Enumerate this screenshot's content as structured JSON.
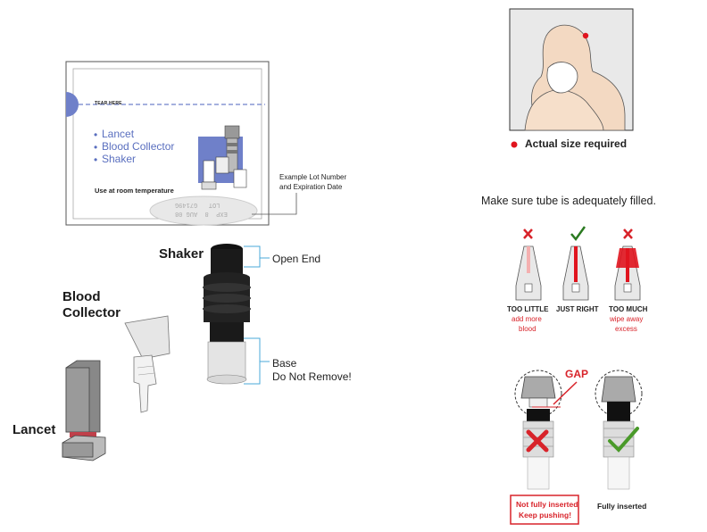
{
  "kit_box": {
    "tear_label": "TEAR HERE",
    "items": [
      "Lancet",
      "Blood Collector",
      "Shaker"
    ],
    "storage_note": "Use at room temperature",
    "lot_stamp": [
      "LOT   G7149G",
      "EXP  8  AUG 08"
    ],
    "lot_callout": [
      "Example Lot Number",
      "and Expiration Date"
    ]
  },
  "components": {
    "shaker_label": "Shaker",
    "open_end_label": "Open End",
    "base_label": [
      "Base",
      "Do Not Remove!"
    ],
    "blood_collector_label": [
      "Blood",
      "Collector"
    ],
    "lancet_label": "Lancet"
  },
  "finger": {
    "caption": "Actual size required",
    "dot_color": "#e0141e"
  },
  "fill_guide": {
    "instruction": "Make sure tube is adequately filled.",
    "tubes": [
      {
        "mark": "x",
        "title": "TOO LITTLE",
        "subtitle": [
          "add more",
          "blood"
        ]
      },
      {
        "mark": "check",
        "title": "JUST RIGHT",
        "subtitle": []
      },
      {
        "mark": "x",
        "title": "TOO MUCH",
        "subtitle": [
          "wipe away",
          "excess"
        ]
      }
    ]
  },
  "insertion": {
    "gap_label": "GAP",
    "wrong_label": [
      "Not fully inserted",
      "Keep pushing!"
    ],
    "right_label": "Fully inserted"
  },
  "colors": {
    "red": "#d8232a",
    "green": "#4a9a2a",
    "blue": "#6f80c9"
  }
}
